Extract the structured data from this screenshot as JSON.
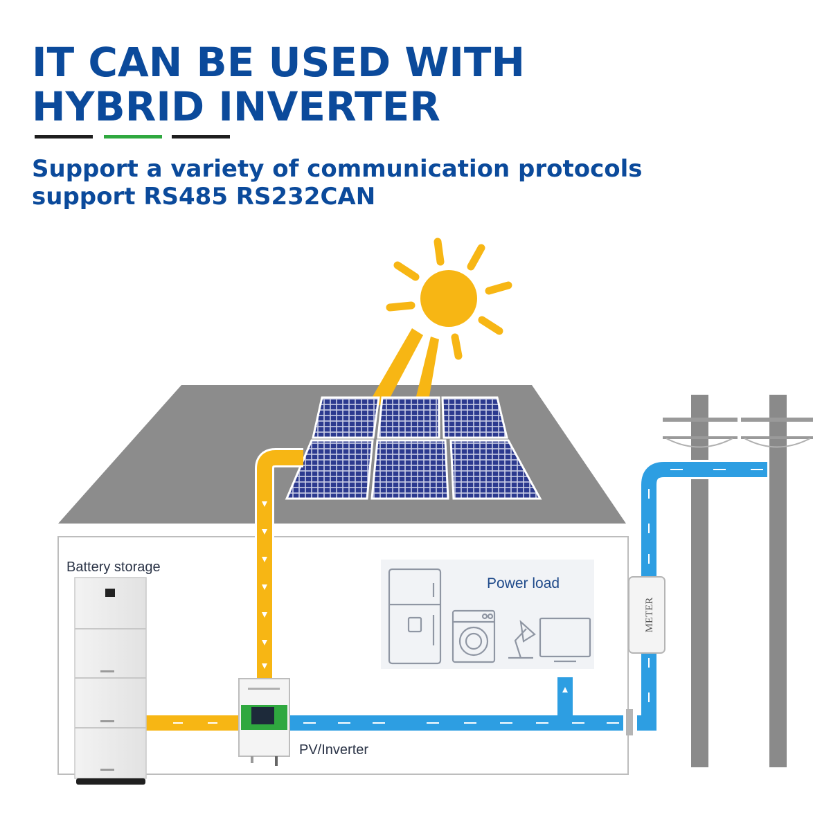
{
  "header": {
    "title_line1": "IT CAN BE USED WITH",
    "title_line2": "HYBRID INVERTER",
    "subtitle_line1": "Support a variety of communication protocols",
    "subtitle_line2": "support RS485 RS232CAN"
  },
  "diagram": {
    "battery_label": "Battery storage",
    "load_label": "Power load",
    "inverter_label": "PV/Inverter",
    "meter_label": "METER"
  },
  "colors": {
    "title_blue": "#0b4a9b",
    "accent_green": "#2fa83f",
    "sun_yellow": "#f7b614",
    "grid_line_blue": "#2d9ee2",
    "roof_gray": "#8c8c8c",
    "panel_blue": "#2c3a8f"
  }
}
